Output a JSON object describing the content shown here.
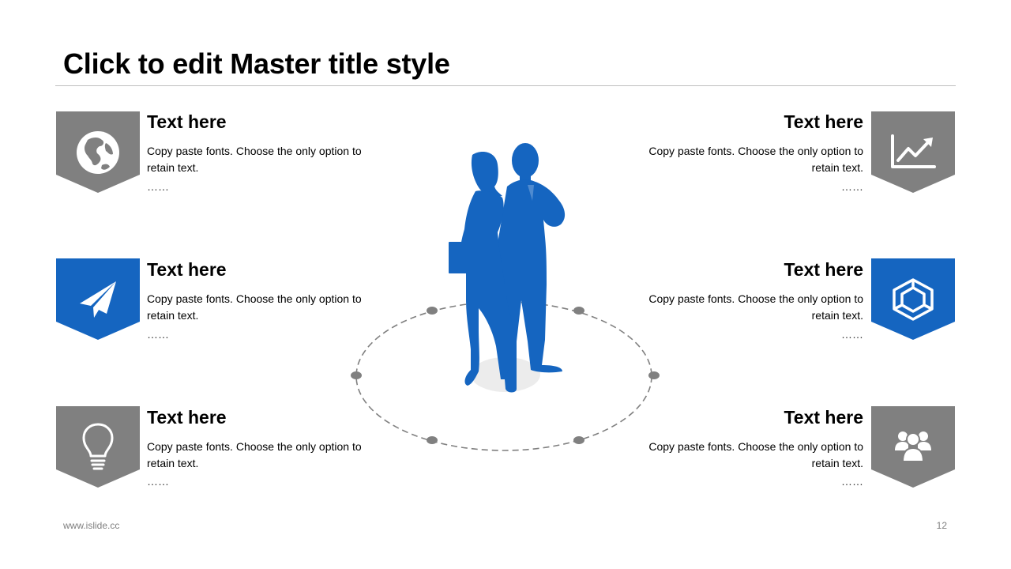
{
  "slide": {
    "title": "Click to edit Master title style",
    "footer_url": "www.islide.cc",
    "page_number": "12"
  },
  "colors": {
    "gray_badge": "#808080",
    "blue_badge": "#1565C0",
    "figure_blue": "#1565C0",
    "ring_gray": "#808080",
    "rule": "#bfbfbf"
  },
  "items": [
    {
      "side": "left",
      "heading": "Text here",
      "body": "Copy paste fonts. Choose the only option to retain text.",
      "more": "……",
      "icon": "globe-icon",
      "badge_color": "gray"
    },
    {
      "side": "left",
      "heading": "Text here",
      "body": "Copy paste fonts. Choose the only option to retain text.",
      "more": "……",
      "icon": "paper-plane-icon",
      "badge_color": "blue"
    },
    {
      "side": "left",
      "heading": "Text here",
      "body": "Copy paste fonts. Choose the only option to retain text.",
      "more": "……",
      "icon": "lightbulb-icon",
      "badge_color": "gray"
    },
    {
      "side": "right",
      "heading": "Text here",
      "body": "Copy paste fonts. Choose the only option to retain text.",
      "more": "……",
      "icon": "line-chart-icon",
      "badge_color": "gray"
    },
    {
      "side": "right",
      "heading": "Text here",
      "body": "Copy paste fonts. Choose the only option to retain text.",
      "more": "……",
      "icon": "cube-outline-icon",
      "badge_color": "blue"
    },
    {
      "side": "right",
      "heading": "Text here",
      "body": "Copy paste fonts. Choose the only option to retain text.",
      "more": "……",
      "icon": "people-group-icon",
      "badge_color": "gray"
    }
  ]
}
